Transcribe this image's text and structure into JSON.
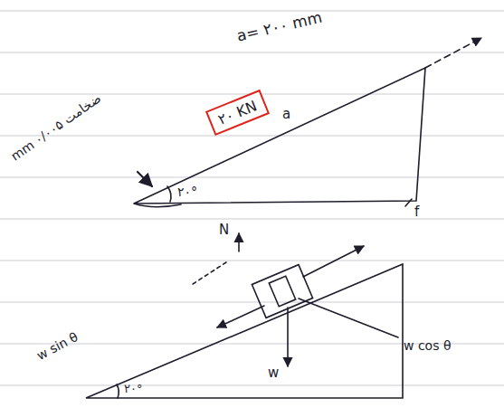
{
  "diagram": {
    "nodes": [
      {
        "text": [
          "۲۰ KN"
        ]
      }
    ],
    "labels": [
      "a= ۲۰۰ mm",
      "a",
      "ضخامت ۰/۰۰۵ mm",
      "۲۰°",
      "N",
      "f",
      "w sin θ",
      "w cos θ",
      "w",
      "۲۰°"
    ]
  }
}
